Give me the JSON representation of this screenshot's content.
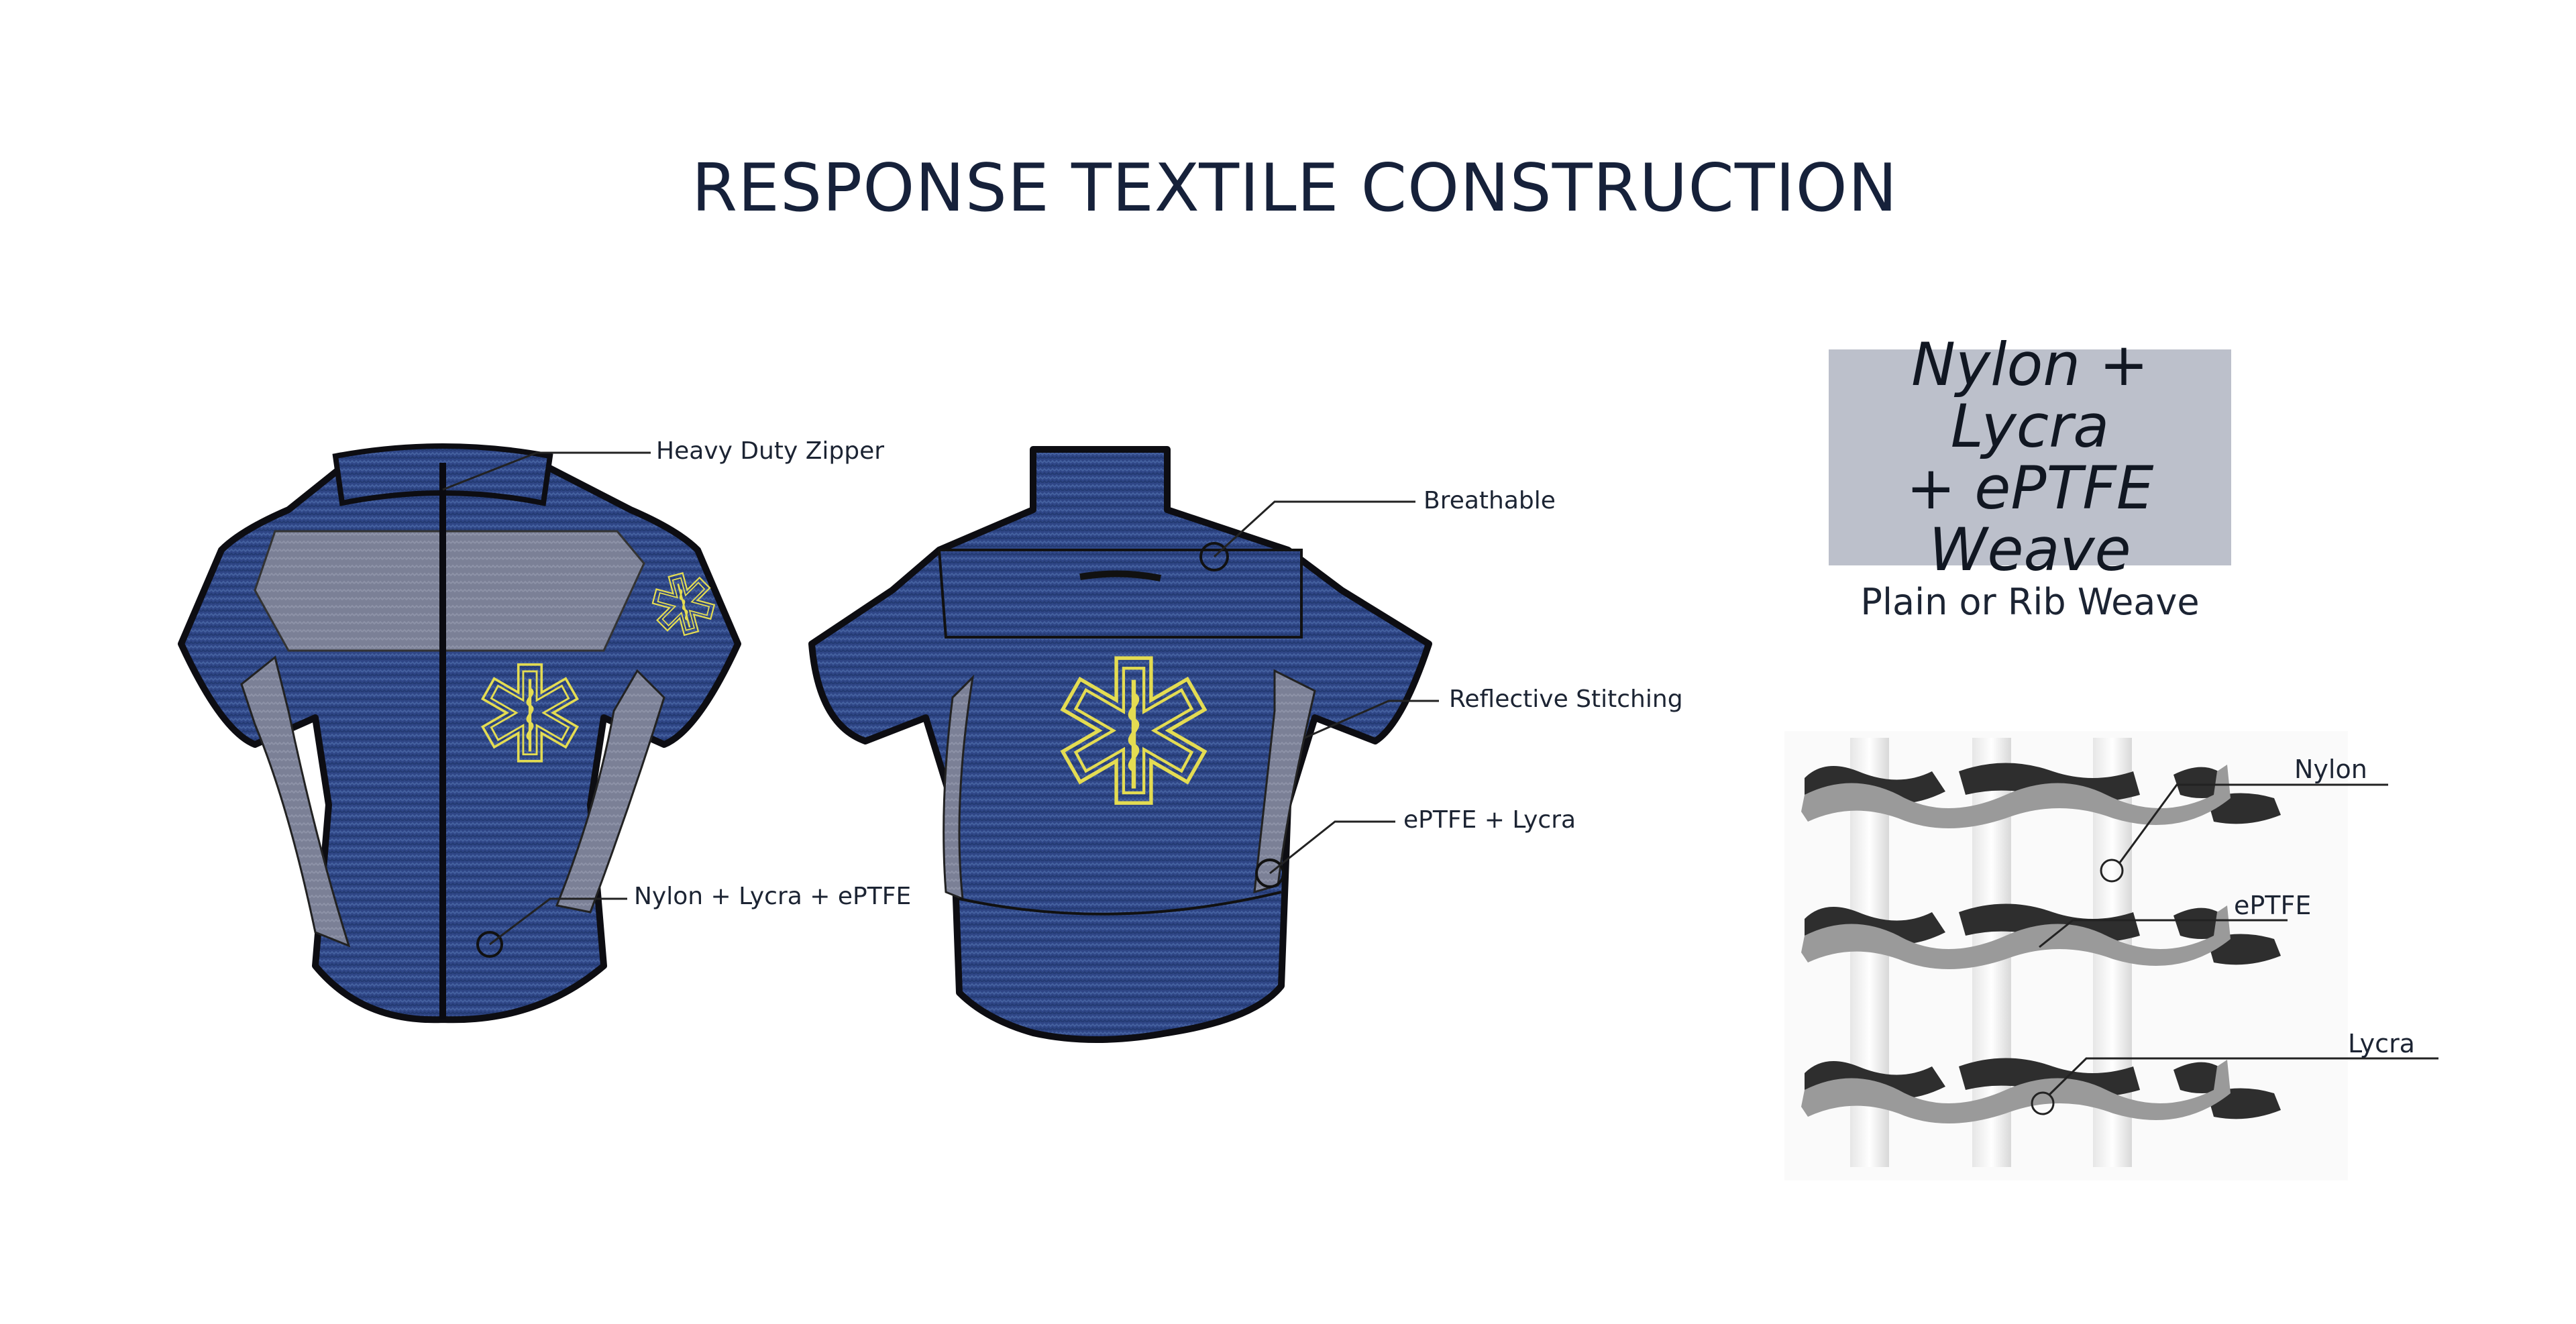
{
  "title": "RESPONSE TEXTILE CONSTRUCTION",
  "front_callouts": {
    "zipper": "Heavy Duty Zipper",
    "fabric": "Nylon + Lycra + ePTFE"
  },
  "back_callouts": {
    "breathable": "Breathable",
    "reflective": "Reflective Stitching",
    "side": "ePTFE + Lycra"
  },
  "material_box": {
    "line1": "Nylon + Lycra",
    "line2": "+ ePTFE",
    "line3": "Weave"
  },
  "weave_type": "Plain or Rib Weave",
  "weave_labels": {
    "nylon": "Nylon",
    "eptfe": "ePTFE",
    "lycra": "Lycra"
  },
  "colors": {
    "jacket_blue": "#2f4686",
    "panel_gray": "#7c8196",
    "reflective_yellow": "#e4dc52",
    "title_navy": "#16213a"
  }
}
